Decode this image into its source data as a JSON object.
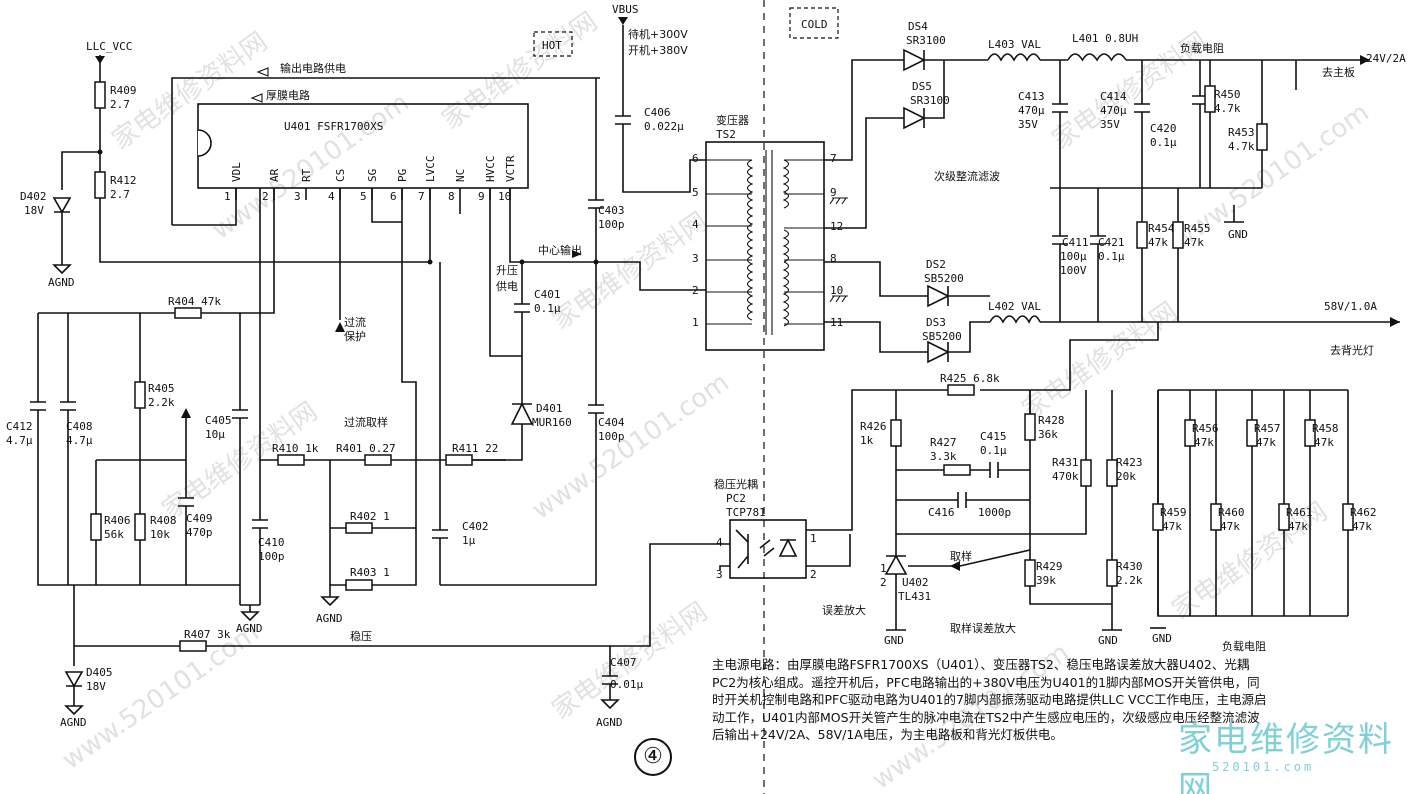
{
  "nets": {
    "llc_vcc": "LLC_VCC",
    "vbus": "VBUS",
    "vbus_standby": "待机+300V",
    "vbus_on": "开机+380V",
    "agnd": "AGND",
    "gnd": "GND",
    "out_24v": "24V/2A",
    "out_24v_dest": "去主板",
    "out_58v": "58V/1.0A",
    "out_58v_dest": "去背光灯"
  },
  "regions": {
    "hot": "HOT",
    "cold": "COLD"
  },
  "ic": {
    "ref": "U401 FSFR1700XS",
    "pins": [
      {
        "name": "VDL",
        "num": "1"
      },
      {
        "name": "AR",
        "num": "2"
      },
      {
        "name": "RT",
        "num": "3"
      },
      {
        "name": "CS",
        "num": "4"
      },
      {
        "name": "SG",
        "num": "5"
      },
      {
        "name": "PG",
        "num": "6"
      },
      {
        "name": "LVCC",
        "num": "7"
      },
      {
        "name": "NC",
        "num": "8"
      },
      {
        "name": "HVCC",
        "num": "9"
      },
      {
        "name": "VCTR",
        "num": "10"
      }
    ]
  },
  "annotations": {
    "supply": "输出电路供电",
    "thick_film": "厚膜电路",
    "center_out": "中心输出",
    "boost_supply_1": "升压",
    "boost_supply_2": "供电",
    "ocp_1": "过流",
    "ocp_2": "保护",
    "ocp_sample": "过流取样",
    "transformer": "变压器",
    "secondary_rect": "次级整流滤波",
    "load_res_top": "负载电阻",
    "load_res_bottom": "负载电阻",
    "optocoupler": "稳压光耦",
    "regulation": "稳压",
    "sample": "取样",
    "err_amp": "误差放大",
    "sample_err_amp": "取样误差放大"
  },
  "components": {
    "R409": "R409",
    "R409_val": "2.7",
    "R412": "R412",
    "R412_val": "2.7",
    "D402": "D402",
    "D402_val": "18V",
    "R404": "R404  47k",
    "R405": "R405",
    "R405_val": "2.2k",
    "R406": "R406",
    "R406_val": "56k",
    "R408": "R408",
    "R408_val": "10k",
    "C412": "C412",
    "C412_val": "4.7μ",
    "C408": "C408",
    "C408_val": "4.7μ",
    "C405": "C405",
    "C405_val": "10μ",
    "C409": "C409",
    "C409_val": "470p",
    "C410": "C410",
    "C410_val": "100p",
    "R410": "R410  1k",
    "R401": "R401  0.27",
    "R402": "R402  1",
    "R403": "R403  1",
    "C402": "C402",
    "C402_val": "1μ",
    "R411": "R411  22",
    "D401": "D401",
    "D401_val": "MUR160",
    "C401": "C401",
    "C401_val": "0.1μ",
    "C406": "C406",
    "C406_val": "0.022μ",
    "C403": "C403",
    "C403_val": "100p",
    "C404": "C404",
    "C404_val": "100p",
    "R407": "R407  3k",
    "C407": "C407",
    "C407_val": "0.01μ",
    "D405": "D405",
    "D405_val": "18V",
    "TS2": "TS2",
    "DS4": "DS4",
    "DS4_val": "SR3100",
    "DS5": "DS5",
    "DS5_val": "SR3100",
    "DS2": "DS2",
    "DS2_val": "SB5200",
    "DS3": "DS3",
    "DS3_val": "SB5200",
    "L403": "L403  VAL",
    "L401": "L401  0.8UH",
    "L402": "L402  VAL",
    "C413": "C413",
    "C413_val1": "470μ",
    "C413_val2": "35V",
    "C414": "C414",
    "C414_val1": "470μ",
    "C414_val2": "35V",
    "C420": "C420",
    "C420_val": "0.1μ",
    "R450": "R450",
    "R450_val": "4.7k",
    "R453": "R453",
    "R453_val": "4.7k",
    "C411": "C411",
    "C411_val1": "100μ",
    "C411_val2": "100V",
    "C421": "C421",
    "C421_val": "0.1μ",
    "R454": "R454",
    "R454_val": "47k",
    "R455": "R455",
    "R455_val": "47k",
    "R425": "R425  6.8k",
    "R426": "R426",
    "R426_val": "1k",
    "R427": "R427",
    "R427_val": "3.3k",
    "C415": "C415",
    "C415_val": "0.1μ",
    "C416": "C416",
    "C416_val": "1000p",
    "R428": "R428",
    "R428_val": "36k",
    "R431": "R431",
    "R431_val": "470k",
    "R423": "R423",
    "R423_val": "20k",
    "R429": "R429",
    "R429_val": "39k",
    "R430": "R430",
    "R430_val": "2.2k",
    "U402": "U402",
    "U402_val": "TL431",
    "PC2": "PC2",
    "PC2_val": "TCP781",
    "R456": "R456",
    "R456_val": "47k",
    "R457": "R457",
    "R457_val": "47k",
    "R458": "R458",
    "R458_val": "47k",
    "R459": "R459",
    "R459_val": "47k",
    "R460": "R460",
    "R460_val": "47k",
    "R461": "R461",
    "R461_val": "47k",
    "R462": "R462",
    "R462_val": "47k"
  },
  "pin_numbers": {
    "ts_p6": "6",
    "ts_p5": "5",
    "ts_p4": "4",
    "ts_p3": "3",
    "ts_p2": "2",
    "ts_p1": "1",
    "ts_s7": "7",
    "ts_s9": "9",
    "ts_s12": "12",
    "ts_s8": "8",
    "ts_s10": "10",
    "ts_s11": "11",
    "pc_1": "1",
    "pc_2": "2",
    "pc_3": "3",
    "pc_4": "4",
    "u402_1": "1",
    "u402_2": "2"
  },
  "description": "主电源电路：由厚膜电路FSFR1700XS（U401）、变压器TS2、稳压电路误差放大器U402、光耦PC2为核心组成。遥控开机后，PFC电路输出的+380V电压为U401的1脚内部MOS开关管供电，同时开关机控制电路和PFC驱动电路为U401的7脚内部振荡驱动电路提供LLC VCC工作电压，主电源启动工作，U401内部MOS开关管产生的脉冲电流在TS2中产生感应电压的，次级感应电压经整流滤波后输出+24V/2A、58V/1A电压，为主电路板和背光灯板供电。",
  "page_number": "④",
  "watermark": {
    "site_cn": "家电维修资料网",
    "site_url": "www.520101.com",
    "brand": "家电维修资料网",
    "brand_url": "520101.com"
  },
  "colors": {
    "ink": "#111111",
    "watermark": "#c9c9c9",
    "brand": "#7fd0d8"
  }
}
